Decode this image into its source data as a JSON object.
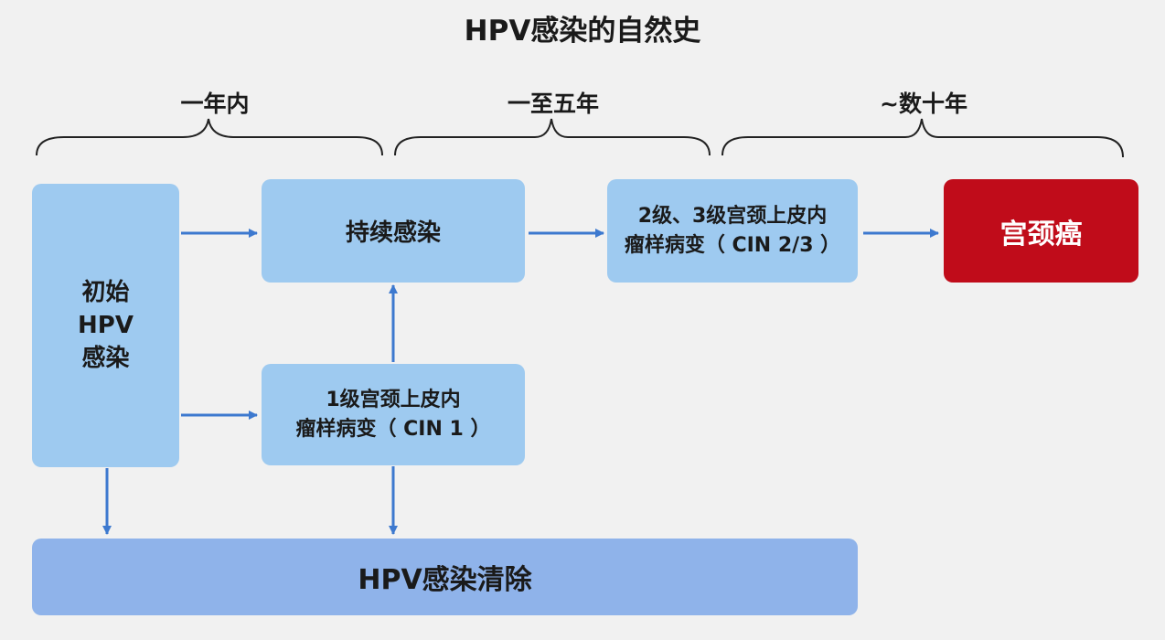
{
  "title": "HPV感染的自然史",
  "periods": [
    "一年内",
    "一至五年",
    "~数十年"
  ],
  "boxes": {
    "initial": [
      "初始",
      "HPV",
      "感染"
    ],
    "persistent": "持续感染",
    "cin1": [
      "1级宫颈上皮内",
      "瘤样病变（ CIN 1 ）"
    ],
    "cin23": [
      "2级、3级宫颈上皮内",
      "瘤样病变（ CIN 2/3 ）"
    ],
    "cancer": "宫颈癌",
    "clearance": "HPV感染清除"
  },
  "colors": {
    "box": "#9ecaf0",
    "clearance": "#8fb3ea",
    "cancer": "#c00c1a",
    "arrow": "#3d79cf",
    "background": "#f1f1f1"
  }
}
